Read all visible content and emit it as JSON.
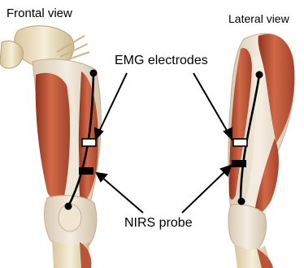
{
  "titles": {
    "frontal": "Frontal view",
    "lateral": "Lateral view"
  },
  "labels": {
    "emg": "EMG electrodes",
    "nirs": "NIRS probe"
  },
  "colors": {
    "muscle": "#c85a3a",
    "muscle_dark": "#9e3a24",
    "tendon": "#e9dccb",
    "bone": "#efe4c9",
    "wire": "#000000",
    "electrode_fill": "#ffffff",
    "probe_fill": "#000000"
  }
}
